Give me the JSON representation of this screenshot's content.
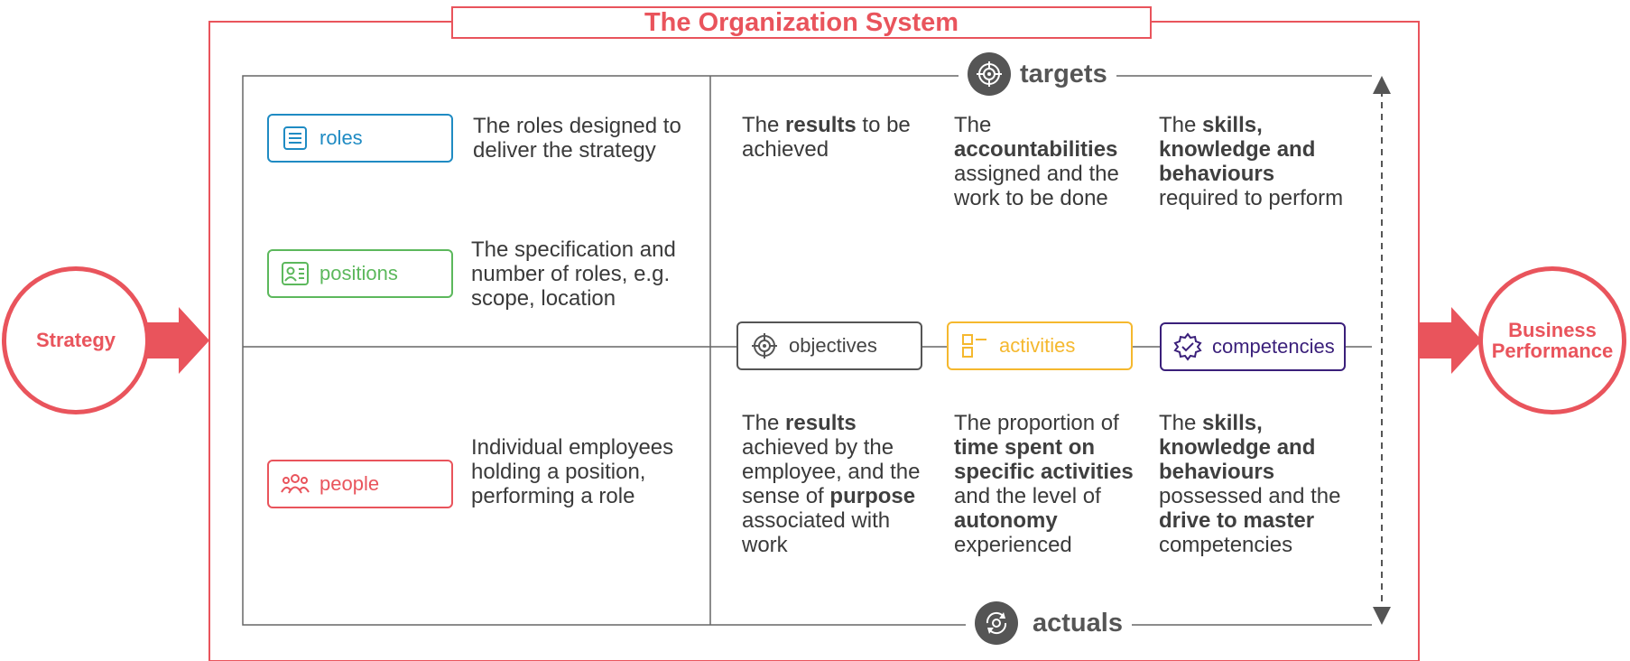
{
  "title": "The Organization System",
  "strategy": "Strategy",
  "business_performance": "Business Performance",
  "targets": "targets",
  "actuals": "actuals",
  "left": {
    "roles": {
      "label": "roles",
      "desc": "The roles designed to deliver the strategy"
    },
    "positions": {
      "label": "positions",
      "desc": "The specification and number of roles, e.g. scope, location"
    },
    "people": {
      "label": "people",
      "desc": "Individual employees holding a position, performing a role"
    }
  },
  "pills": {
    "objectives": "objectives",
    "activities": "activities",
    "competencies": "competencies"
  },
  "targets_row": [
    [
      {
        "t": "The "
      },
      {
        "t": "results",
        "b": true
      },
      {
        "t": " to be achieved"
      }
    ],
    [
      {
        "t": "The "
      },
      {
        "t": "accountabilities",
        "b": true
      },
      {
        "t": " assigned and the work to be done"
      }
    ],
    [
      {
        "t": "The "
      },
      {
        "t": "skills, knowledge and behaviours",
        "b": true
      },
      {
        "t": " required to perform"
      }
    ]
  ],
  "actuals_row": [
    [
      {
        "t": "The "
      },
      {
        "t": "results",
        "b": true
      },
      {
        "t": " achieved by the employee, and the sense of "
      },
      {
        "t": "purpose",
        "b": true
      },
      {
        "t": " associated with work"
      }
    ],
    [
      {
        "t": "The proportion of "
      },
      {
        "t": "time spent on specific activities",
        "b": true
      },
      {
        "t": " and the level of "
      },
      {
        "t": "autonomy",
        "b": true
      },
      {
        "t": " experienced"
      }
    ],
    [
      {
        "t": "The "
      },
      {
        "t": "skills, knowledge and behaviours",
        "b": true
      },
      {
        "t": " possessed and the "
      },
      {
        "t": "drive to master",
        "b": true
      },
      {
        "t": " competencies"
      }
    ]
  ],
  "colors": {
    "accent_red": "#e9545c",
    "roles_blue": "#1f8bc3",
    "positions_green": "#5cb85c",
    "people_red": "#e9545c",
    "objectives_gray": "#555555",
    "activities_yellow": "#f5b82e",
    "competencies_purple": "#3a1f7a"
  },
  "icons": {
    "roles": "document-icon",
    "positions": "id-card-icon",
    "people": "group-icon",
    "objectives": "target-icon",
    "activities": "checklist-icon",
    "competencies": "badge-check-icon",
    "targets": "target-icon",
    "actuals": "refresh-gear-icon"
  }
}
